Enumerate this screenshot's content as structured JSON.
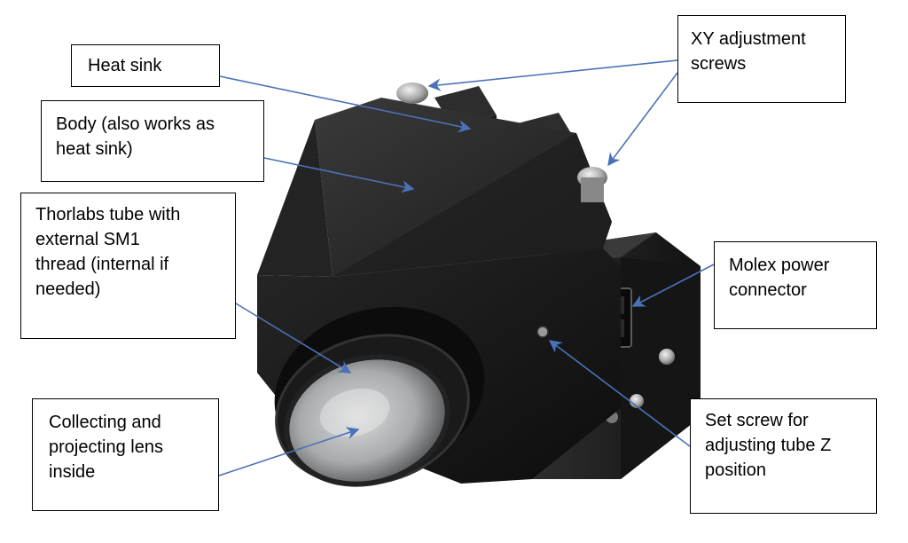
{
  "diagram": {
    "colors": {
      "arrow": "#4a72b8",
      "camera_body": "#1a1a1a",
      "box_border": "#000000",
      "background": "#ffffff"
    },
    "labels": {
      "heat_sink": "Heat sink",
      "body": "Body (also works as\nheat sink)",
      "tube": "Thorlabs tube with\nexternal SM1\nthread (internal if\nneeded)",
      "lens": "Collecting and\nprojecting lens\ninside",
      "xy_screws": "XY adjustment\nscrews",
      "molex": "Molex power\nconnector",
      "set_screw": "Set screw for\nadjusting tube Z\nposition"
    }
  }
}
